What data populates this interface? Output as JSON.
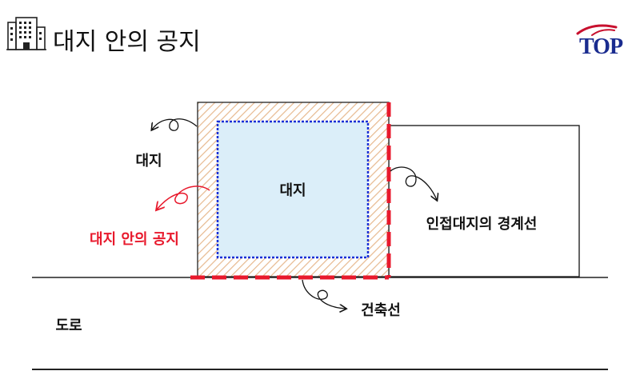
{
  "header": {
    "title": "대지 안의 공지",
    "logo_text": "TOP",
    "icon": "building-icon"
  },
  "diagram": {
    "center_label": "대지",
    "site_label": "대지",
    "open_space_label": "대지 안의 공지",
    "boundary_label": "인접대지의 경계선",
    "building_line_label": "건축선",
    "road_label": "도로"
  },
  "colors": {
    "accent_red": "#e8192c",
    "building_blue": "#1a2fd6",
    "building_fill": "#dbeef9",
    "hatch": "#e7b98f",
    "logo_blue": "#1a2c8f",
    "logo_red": "#c8102e"
  }
}
